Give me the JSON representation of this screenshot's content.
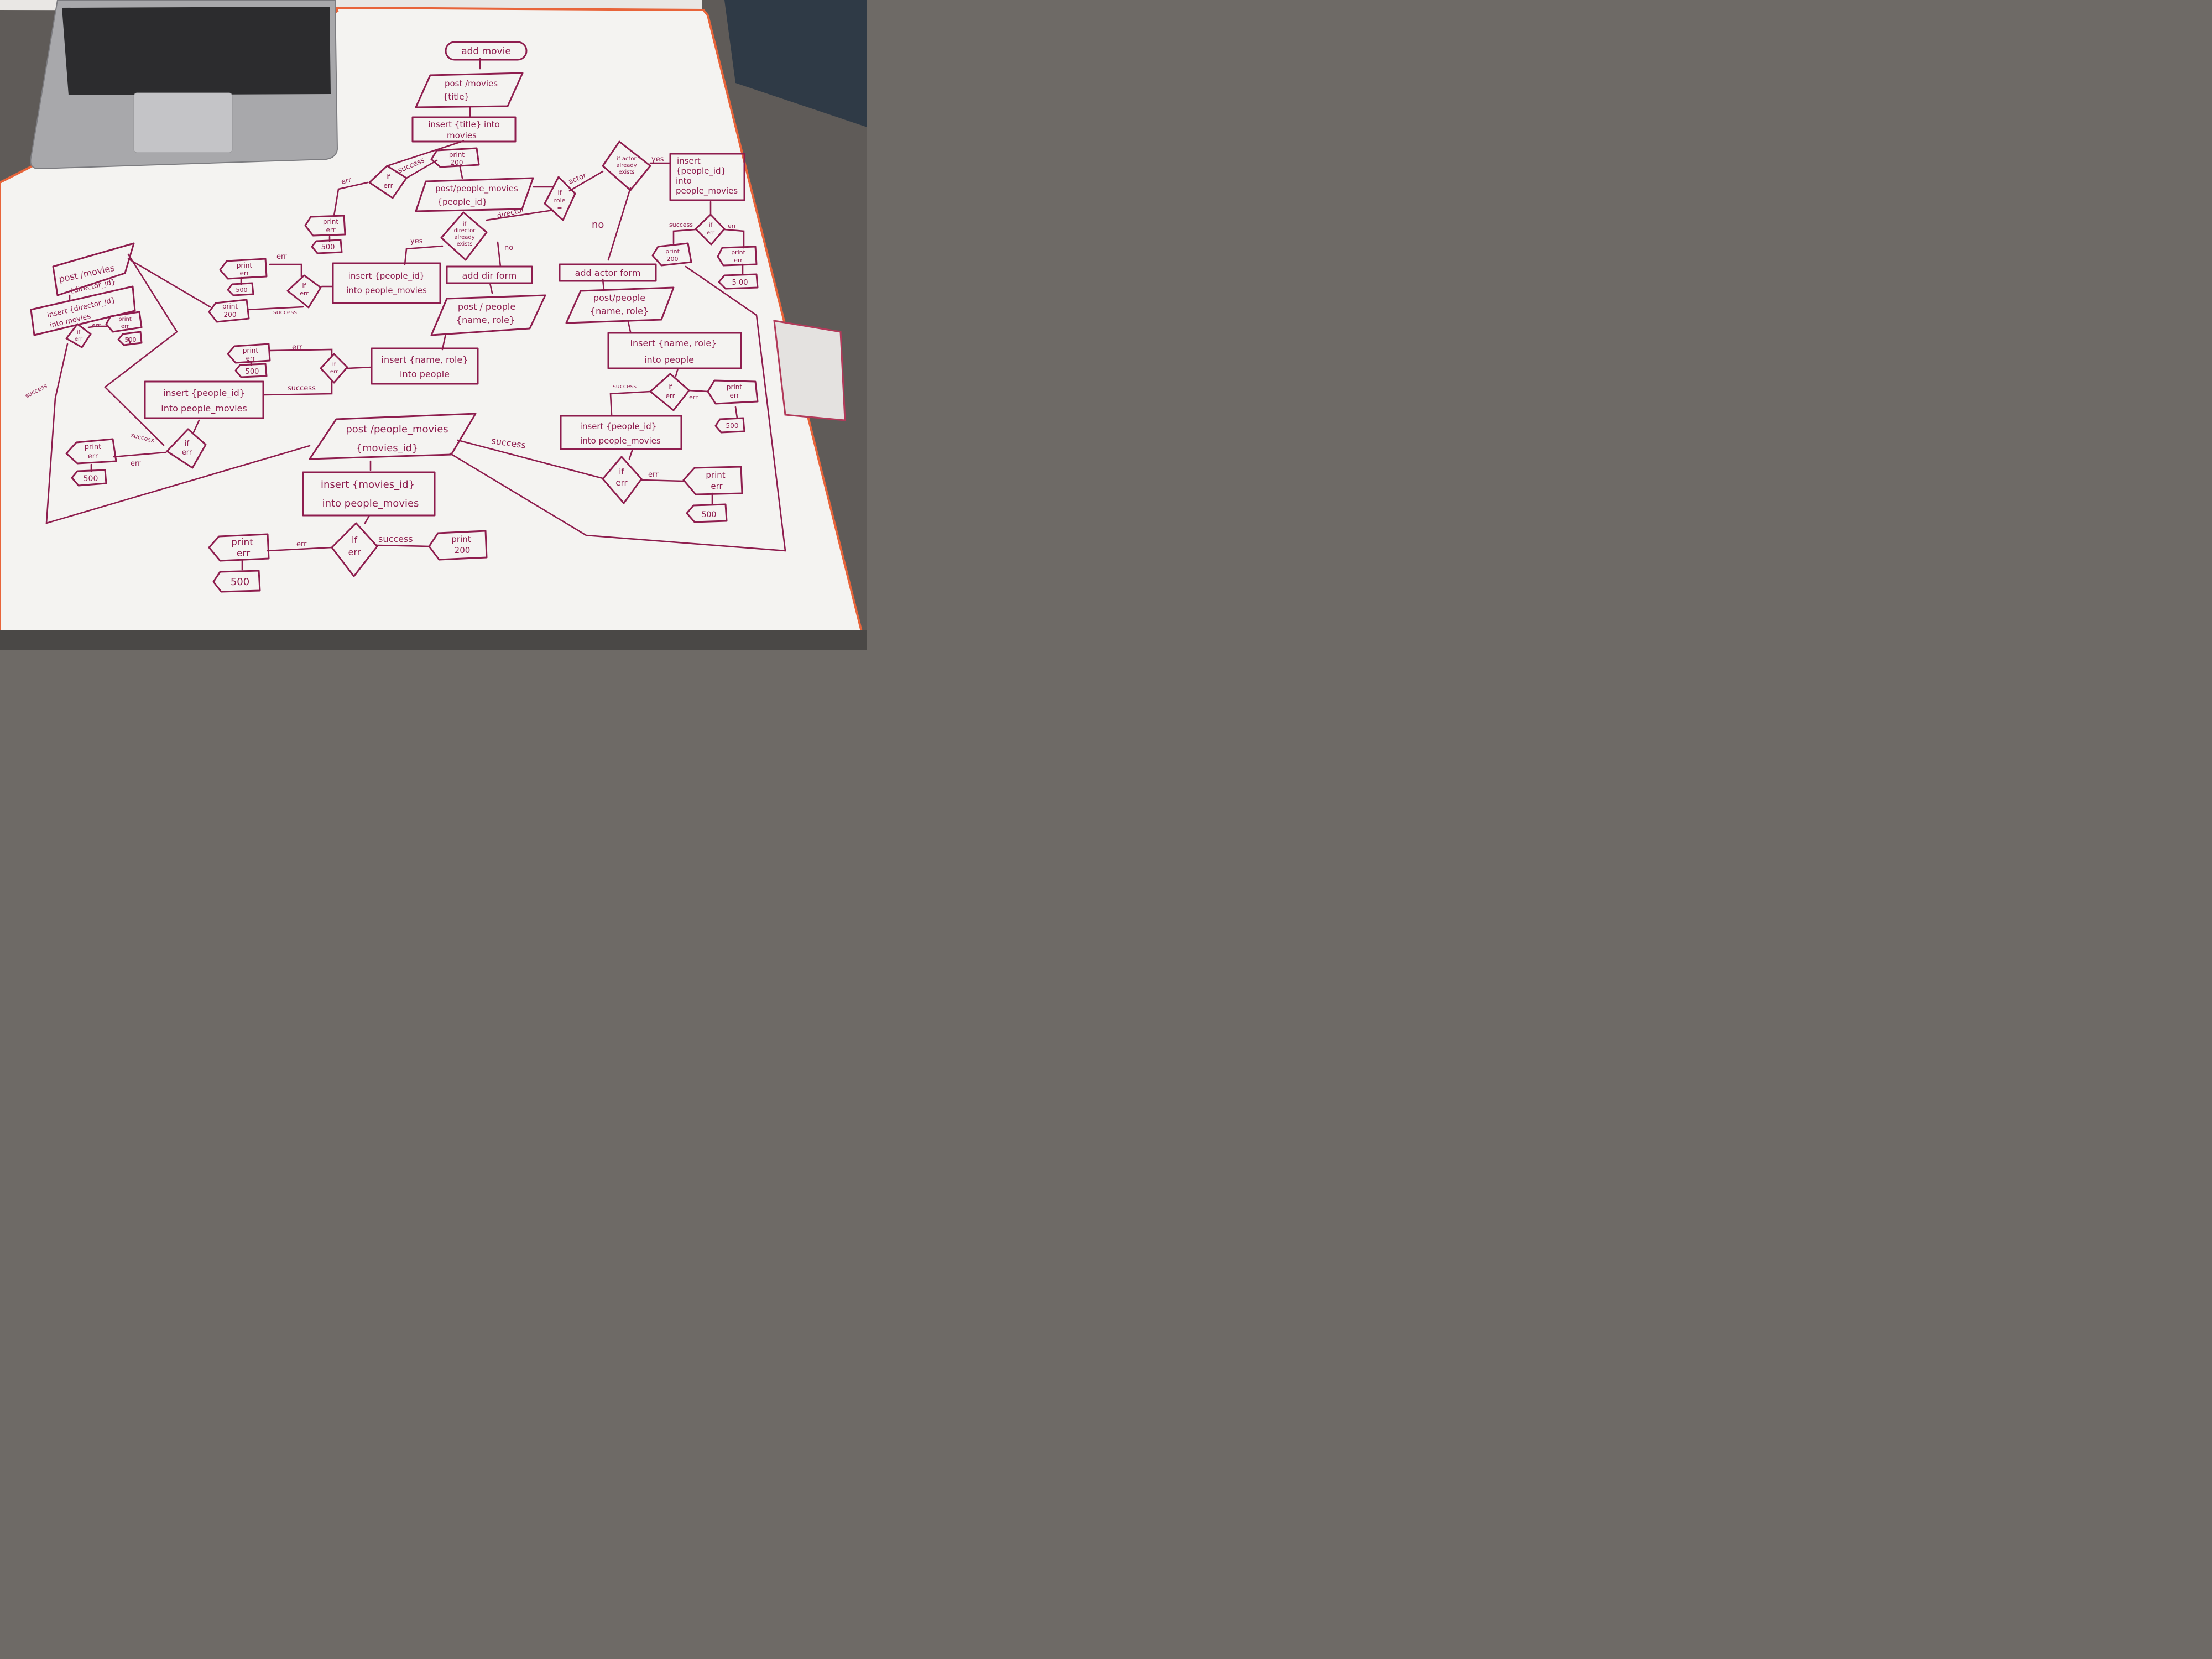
{
  "colors": {
    "ink": "#8e1d4e",
    "board": "#f4f3f1",
    "laptop": "#9b9b9e"
  },
  "nodes": {
    "start": "add movie",
    "post_movies": [
      "post /movies",
      "{title}"
    ],
    "insert_title": [
      "insert {title} into",
      "movies"
    ],
    "if1": [
      "if",
      "err"
    ],
    "print200_a": [
      "print",
      "200"
    ],
    "printerr_a": [
      "print",
      "err"
    ],
    "r500_a": "500",
    "post_people_movies": [
      "post/people_movies",
      "{people_id}"
    ],
    "if_role": [
      "if",
      "role",
      "="
    ],
    "if_actor_exists": [
      "if actor",
      "already",
      "exists"
    ],
    "insert_people_id_r": [
      "insert",
      "{people_id}",
      "into",
      "people_movies"
    ],
    "if_r1": [
      "if",
      "err"
    ],
    "print200_r": [
      "print",
      "200"
    ],
    "printerr_r": [
      "print",
      "err"
    ],
    "r500_r": "5 00",
    "if_dir_exists": [
      "if",
      "director",
      "already",
      "exists"
    ],
    "insert_people_id_mid": [
      "insert {people_id}",
      "into people_movies"
    ],
    "if_mid": [
      "if",
      "err"
    ],
    "printerr_m": [
      "print",
      "err"
    ],
    "r500_m": "500",
    "print200_m": [
      "print",
      "200"
    ],
    "post_movies_dir": [
      "post /movies",
      "{director_id}"
    ],
    "insert_dir": [
      "insert {director_id}",
      "into movies"
    ],
    "if_left": [
      "if",
      "err"
    ],
    "printerr_l": [
      "print",
      "err"
    ],
    "r500_l": "500",
    "add_dir_form": "add dir form",
    "post_people_dir": [
      "post / people",
      "{name, role}"
    ],
    "insert_name_role_dir": [
      "insert {name, role}",
      "into people"
    ],
    "if_dr": [
      "if",
      "err"
    ],
    "printerr_dr": [
      "print",
      "err"
    ],
    "r500_dr": "500",
    "insert_pid_dir": [
      "insert {people_id}",
      "into people_movies"
    ],
    "if_dl": [
      "if",
      "err"
    ],
    "printerr_dl": [
      "print",
      "err"
    ],
    "r500_dl": "500",
    "add_actor_form": "add actor form",
    "post_people_actor": [
      "post/people",
      "{name, role}"
    ],
    "insert_name_role_actor": [
      "insert {name, role}",
      "into people"
    ],
    "if_ar": [
      "if",
      "err"
    ],
    "printerr_ar": [
      "print",
      "err"
    ],
    "r500_ar": "500",
    "insert_pid_actor": [
      "insert {people_id}",
      "into people_movies"
    ],
    "if_ar2": [
      "if",
      "err"
    ],
    "printerr_ar2": [
      "print",
      "err"
    ],
    "r500_ar2": "500",
    "post_pm_movies": [
      "post /people_movies",
      "{movies_id}"
    ],
    "insert_movies_id": [
      "insert {movies_id}",
      "into people_movies"
    ],
    "if_bottom": [
      "if",
      "err"
    ],
    "printerr_b": [
      "print",
      "err"
    ],
    "r500_b": "500",
    "print200_b": [
      "print",
      "200"
    ]
  },
  "edge_labels": {
    "success": "success",
    "err": "err",
    "actor": "actor",
    "director": "director",
    "yes": "yes",
    "no": "no"
  }
}
